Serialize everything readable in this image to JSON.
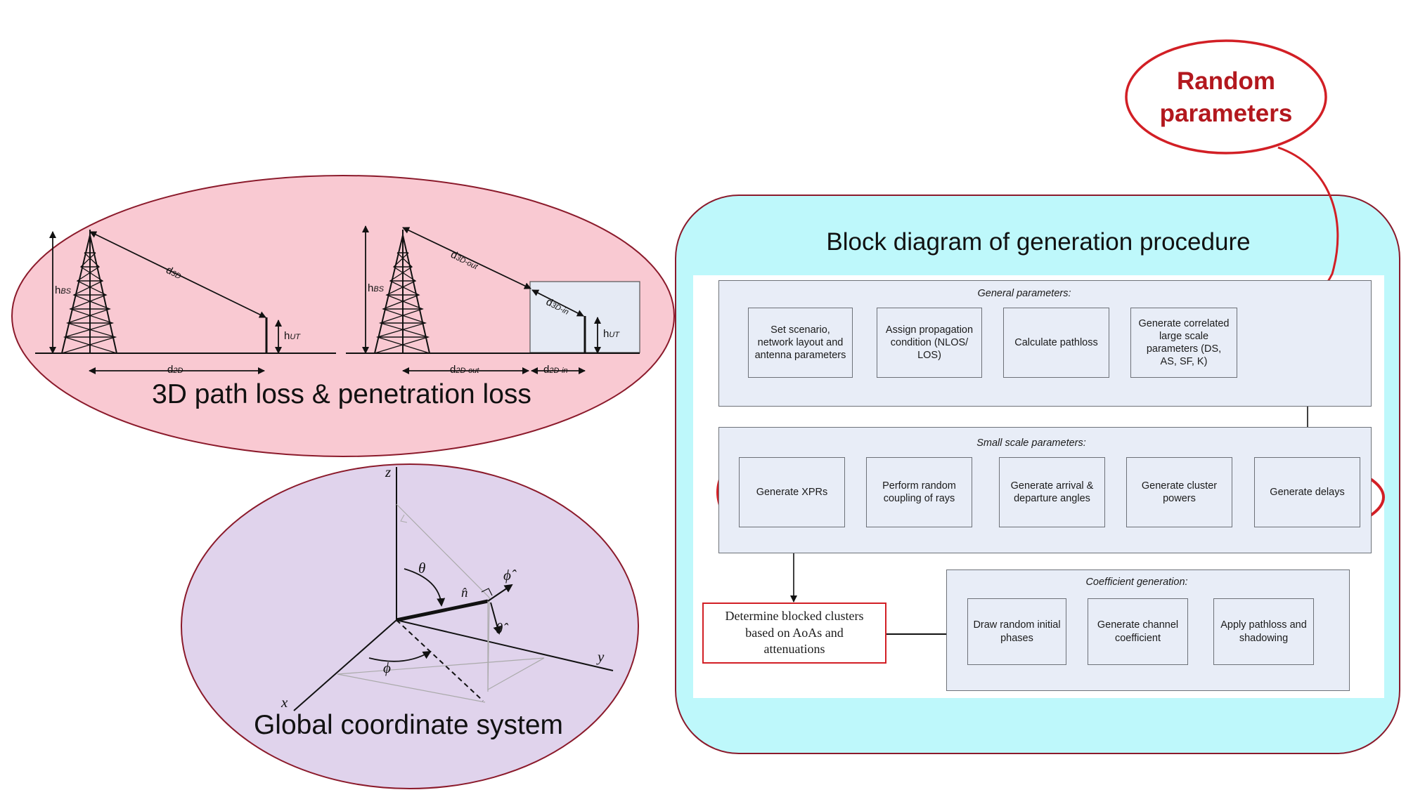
{
  "path_loss": {
    "title": "3D path loss & penetration loss",
    "left_labels": {
      "h_bs": "h",
      "h_bs_sub": "BS",
      "d_3d": "d",
      "d_3d_sub": "3D",
      "h_ut": "h",
      "h_ut_sub": "UT",
      "d_2d": "d",
      "d_2d_sub": "2D"
    },
    "right_labels": {
      "h_bs": "h",
      "h_bs_sub": "BS",
      "d_3d_out": "d",
      "d_3d_out_sub": "3D-out",
      "d_3d_in": "d",
      "d_3d_in_sub": "3D-in",
      "h_ut": "h",
      "h_ut_sub": "UT",
      "d_2d_out": "d",
      "d_2d_out_sub": "2D-out",
      "d_2d_in": "d",
      "d_2d_in_sub": "2D-in"
    }
  },
  "coord": {
    "title": "Global coordinate system",
    "axis_z": "z",
    "axis_x": "x",
    "axis_y": "y",
    "theta": "θ",
    "phi": "ϕ",
    "n_hat": "n̂",
    "phi_hat": "ϕ̂",
    "theta_hat": "θ̂"
  },
  "block_diagram": {
    "title": "Block diagram of generation procedure",
    "general_label": "General parameters:",
    "small_label": "Small scale parameters:",
    "coeff_label": "Coefficient generation:",
    "general_boxes": [
      "Set scenario,\nnetwork layout and\nantenna parameters",
      "Assign propagation\ncondition (NLOS/\nLOS)",
      "Calculate pathloss",
      "Generate correlated\nlarge scale\nparameters (DS,\nAS, SF, K)"
    ],
    "small_boxes": [
      "Generate XPRs",
      "Perform random\ncoupling of rays",
      "Generate arrival &\ndeparture angles",
      "Generate cluster\npowers",
      "Generate delays"
    ],
    "blocked": "Determine blocked clusters\nbased on AoAs and\nattenuations",
    "coeff_boxes": [
      "Draw random initial\nphases",
      "Generate channel\ncoefficient",
      "Apply pathloss and\nshadowing"
    ]
  },
  "random_params": "Random\nparameters",
  "colors": {
    "pink_fill": "#f9c9d2",
    "lavender_fill": "#e0d3ec",
    "cyan_fill": "#bef8fb",
    "outline_dark_red": "#8b1a2b",
    "highlight_red": "#d21f25"
  }
}
